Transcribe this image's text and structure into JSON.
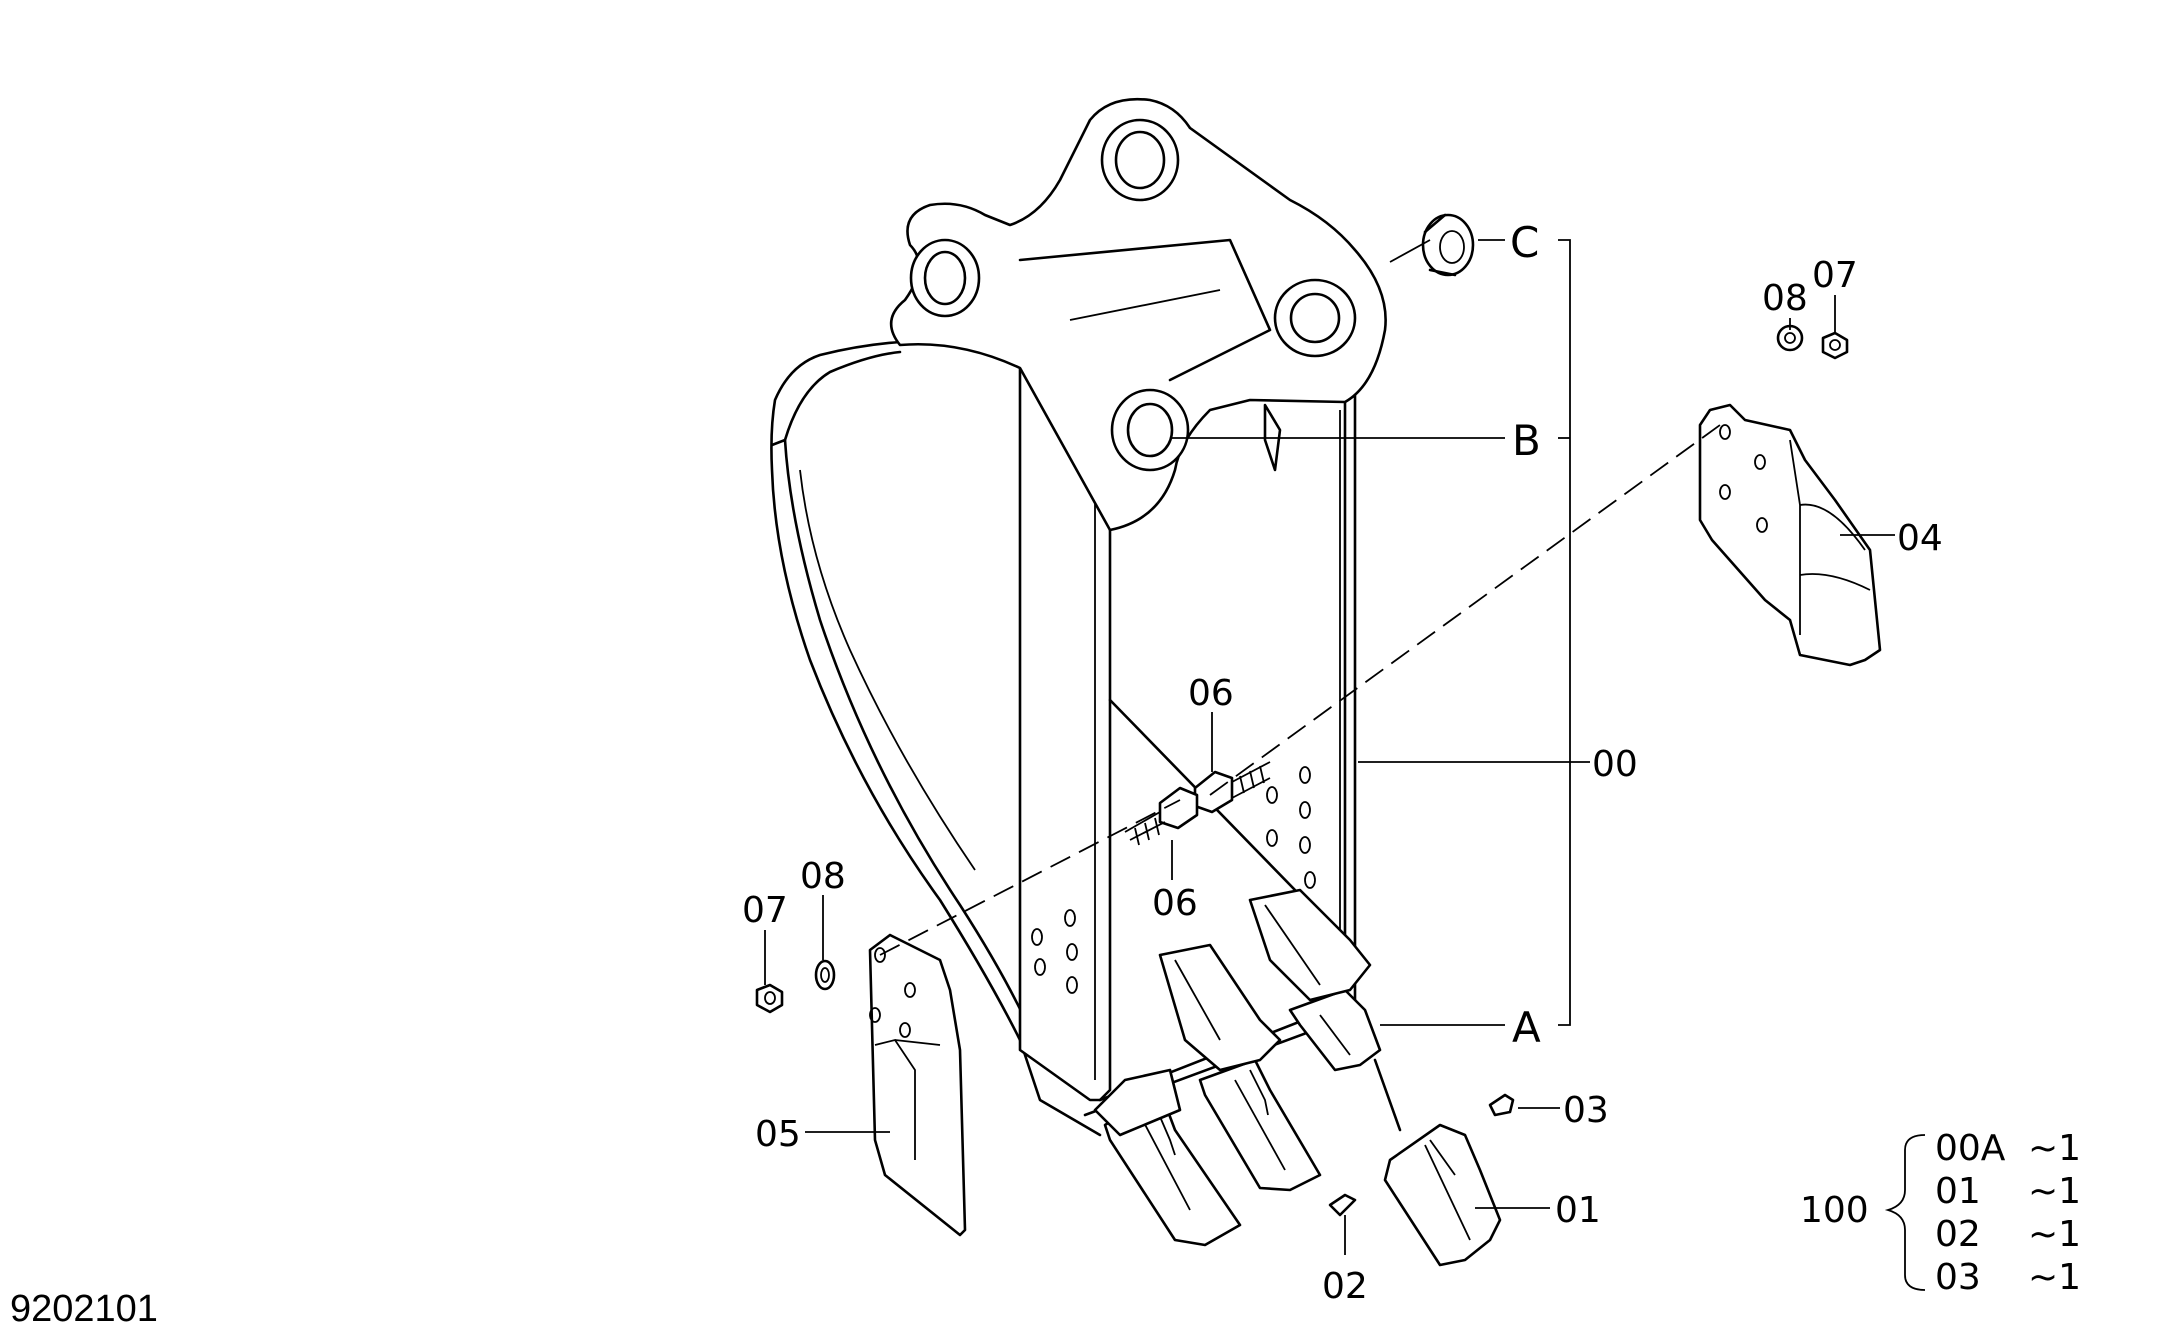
{
  "diagram_id": "9202101",
  "callouts": {
    "A": "A",
    "B": "B",
    "C": "C",
    "p00": "00",
    "p01": "01",
    "p02": "02",
    "p03": "03",
    "p04": "04",
    "p05": "05",
    "p06_upper": "06",
    "p06_lower": "06",
    "p07_left": "07",
    "p07_right": "07",
    "p08_left": "08",
    "p08_right": "08"
  },
  "kit": {
    "number": "100",
    "rows": [
      {
        "part": "00A",
        "qty": "~1"
      },
      {
        "part": "01",
        "qty": "~1"
      },
      {
        "part": "02",
        "qty": "~1"
      },
      {
        "part": "03",
        "qty": "~1"
      }
    ]
  }
}
